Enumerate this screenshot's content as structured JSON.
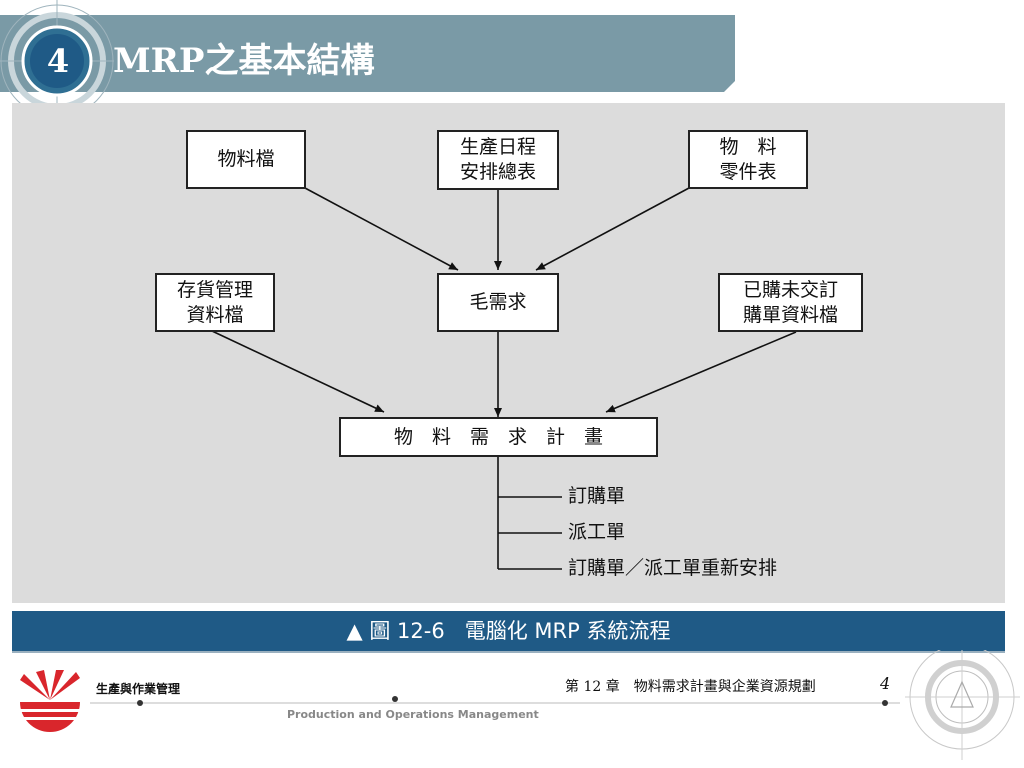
{
  "slide": {
    "number": "4",
    "title": "MRP之基本結構"
  },
  "diagram": {
    "top_left_box": "物料檔",
    "top_center_box": [
      "生產日程",
      "安排總表"
    ],
    "top_right_box": [
      "物　料",
      "零件表"
    ],
    "gross_requirement_box": "毛需求",
    "inventory_box": [
      "存貨管理",
      "資料檔"
    ],
    "open_orders_box": [
      "已購未交訂",
      "購單資料檔"
    ],
    "mrp_box": "物　料　需　求　計　畫",
    "outputs": [
      "訂購單",
      "派工單",
      "訂購單／派工單重新安排"
    ]
  },
  "caption": {
    "marker": "▲",
    "figure": "圖 12-6",
    "text": "電腦化 MRP 系統流程"
  },
  "footer": {
    "book_title_zh": "生產與作業管理",
    "book_title_en": "Production and Operations Management",
    "chapter": "第 12 章　物料需求計畫與企業資源規劃",
    "page": "4"
  },
  "colors": {
    "header": "#7a9aa6",
    "caption_bar": "#1f5a86",
    "diagram_bg": "#dcdcdc",
    "logo_red": "#d9262c"
  }
}
